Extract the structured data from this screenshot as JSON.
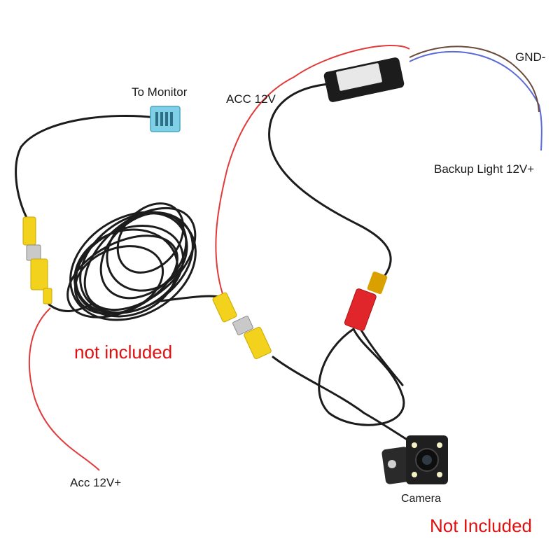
{
  "labels": {
    "to_monitor": "To Monitor",
    "acc_12v": "ACC 12V",
    "gnd": "GND-",
    "backup_light": "Backup Light 12V+",
    "not_included_1": "not included",
    "acc_12v_plus": "Acc 12V+",
    "camera": "Camera",
    "not_included_2": "Not Included"
  },
  "colors": {
    "black_cable": "#1c1c1c",
    "red_wire": "#e03a3a",
    "blue_wire": "#5a6ad8",
    "brown_wire": "#6b4a3a",
    "rca_yellow": "#f2d21c",
    "connector_red": "#e0262a",
    "monitor_plug": "#7fd0e6",
    "note_red": "#e01010"
  },
  "icons": [
    "monitor-connector-icon",
    "rca-connector-icon",
    "power-connector-icon",
    "relay-module-icon",
    "camera-icon"
  ]
}
